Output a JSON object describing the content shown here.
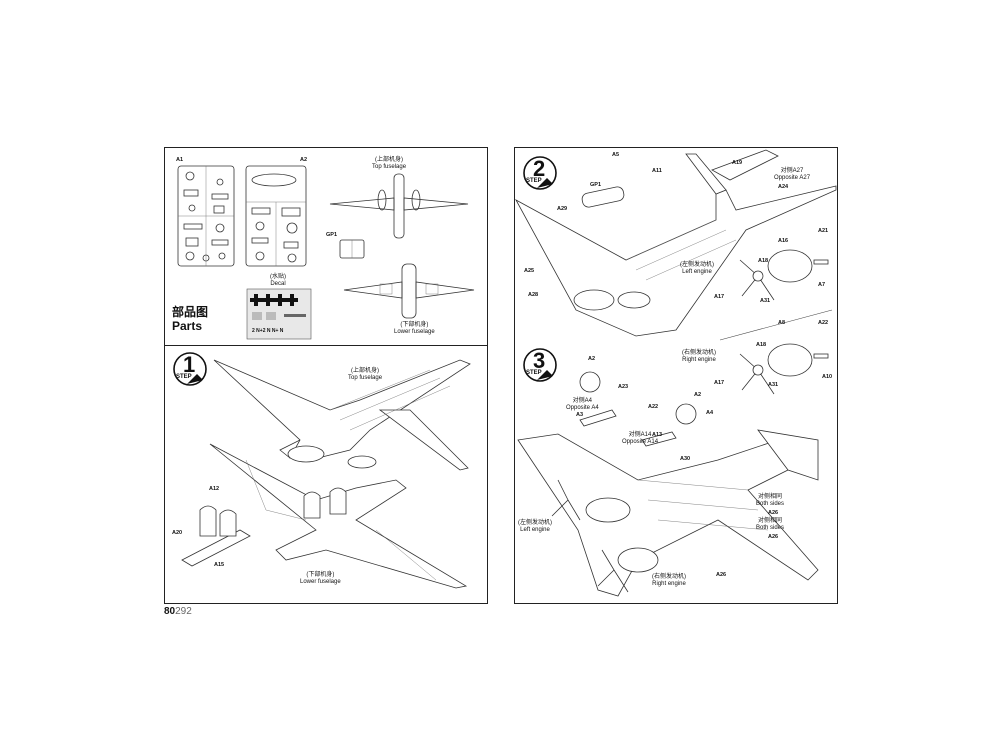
{
  "page": {
    "number_prefix": "80",
    "number_suffix": "292"
  },
  "parts_panel": {
    "title_cn": "部品图",
    "title_en": "Parts",
    "sprue_a1": "A1",
    "sprue_a2": "A2",
    "gp1": "GP1",
    "top_fuselage_cn": "(上部机身)",
    "top_fuselage_en": "Top fuselage",
    "lower_fuselage_cn": "(下部机身)",
    "lower_fuselage_en": "Lower fuselage",
    "decal_cn": "(水贴)",
    "decal_en": "Decal",
    "decal_codes": "2 N+2 N N+ N"
  },
  "step1": {
    "number": "1",
    "word": "STEP",
    "top_fuselage_cn": "(上部机身)",
    "top_fuselage_en": "Top fuselage",
    "lower_fuselage_cn": "(下部机身)",
    "lower_fuselage_en": "Lower fuselage",
    "parts": [
      "A12",
      "A20",
      "A15"
    ]
  },
  "step2": {
    "number": "2",
    "word": "STEP",
    "parts": [
      "A5",
      "A11",
      "GP1",
      "A29",
      "A25",
      "A28",
      "A19",
      "A24",
      "A21",
      "A18",
      "A16",
      "A7",
      "A17",
      "A31",
      "A8",
      "A22"
    ],
    "opposite_cn": "对侧A27",
    "opposite_en": "Opposite A27",
    "left_engine_cn": "(左侧发动机)",
    "left_engine_en": "Left engine",
    "right_engine_cn": "(右侧发动机)",
    "right_engine_en": "Right engine"
  },
  "step3": {
    "number": "3",
    "word": "STEP",
    "parts": [
      "A2",
      "A23",
      "A3",
      "A22",
      "A2",
      "A13",
      "A30",
      "A26",
      "A26",
      "A26",
      "A4",
      "A17",
      "A31",
      "A18",
      "A10"
    ],
    "opp_a4_cn": "对侧A4",
    "opp_a4_en": "Opposite A4",
    "opp_a14_cn": "对侧A14",
    "opp_a14_en": "Opposite A14",
    "both_cn": "对侧相同",
    "both_en": "Both sides",
    "left_engine_cn": "(左侧发动机)",
    "left_engine_en": "Left engine",
    "right_engine_cn": "(右侧发动机)",
    "right_engine_en": "Right engine"
  }
}
